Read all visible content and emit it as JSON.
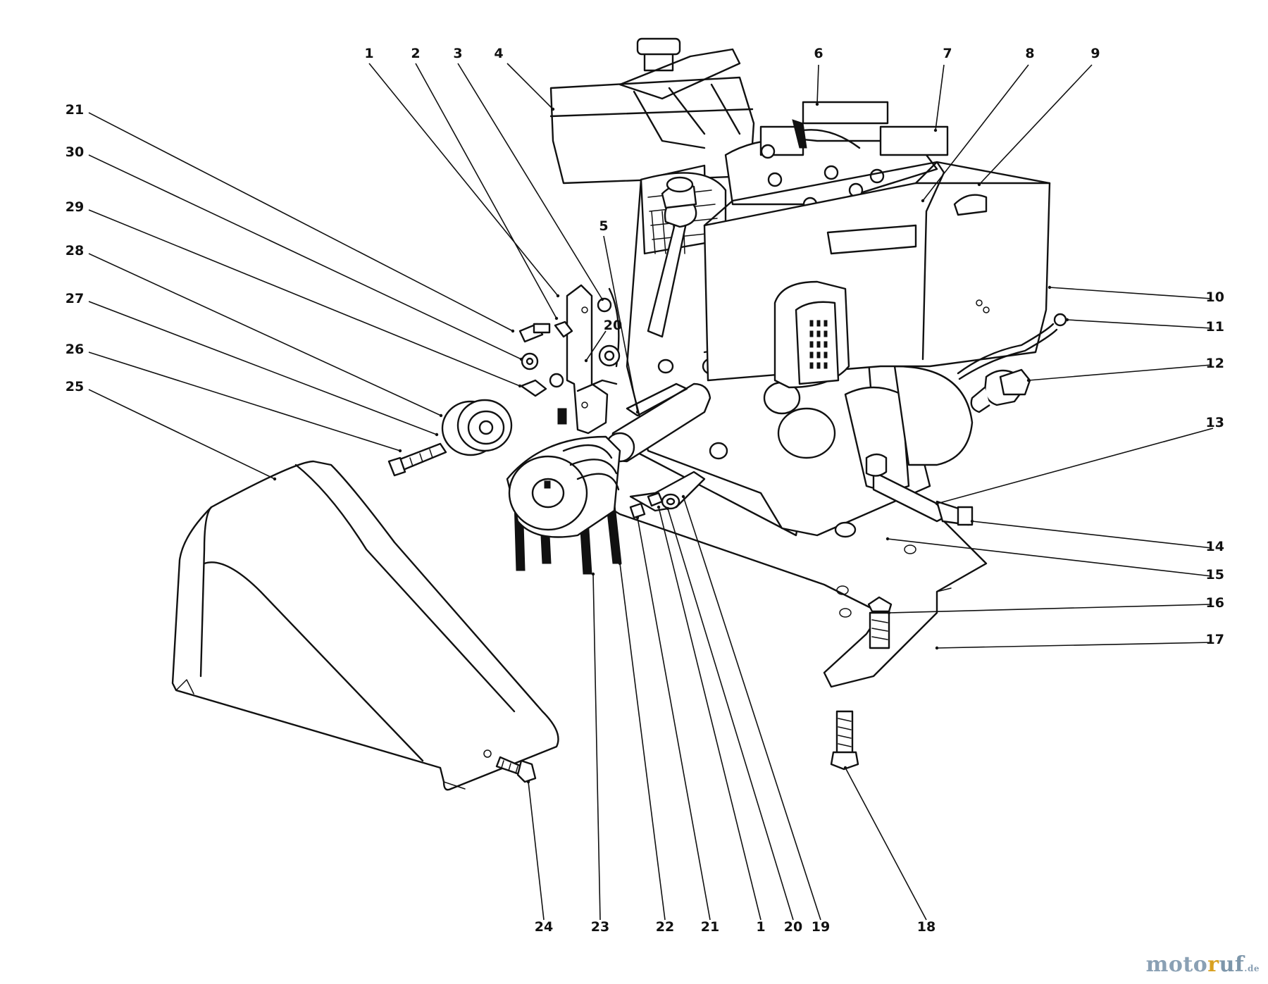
{
  "callouts": [
    {
      "label": "1"
    },
    {
      "label": "2"
    },
    {
      "label": "3"
    },
    {
      "label": "4"
    },
    {
      "label": "6"
    },
    {
      "label": "7"
    },
    {
      "label": "8"
    },
    {
      "label": "9"
    },
    {
      "label": "21"
    },
    {
      "label": "30"
    },
    {
      "label": "29"
    },
    {
      "label": "28"
    },
    {
      "label": "27"
    },
    {
      "label": "26"
    },
    {
      "label": "25"
    },
    {
      "label": "5"
    },
    {
      "label": "20"
    },
    {
      "label": "10"
    },
    {
      "label": "11"
    },
    {
      "label": "12"
    },
    {
      "label": "13"
    },
    {
      "label": "14"
    },
    {
      "label": "15"
    },
    {
      "label": "16"
    },
    {
      "label": "17"
    },
    {
      "label": "24"
    },
    {
      "label": "23"
    },
    {
      "label": "22"
    },
    {
      "label": "21"
    },
    {
      "label": "1"
    },
    {
      "label": "20"
    },
    {
      "label": "19"
    },
    {
      "label": "18"
    }
  ],
  "watermark": {
    "part1": "moto",
    "part2": "r",
    "part3": "uf",
    "part4": ".de"
  }
}
